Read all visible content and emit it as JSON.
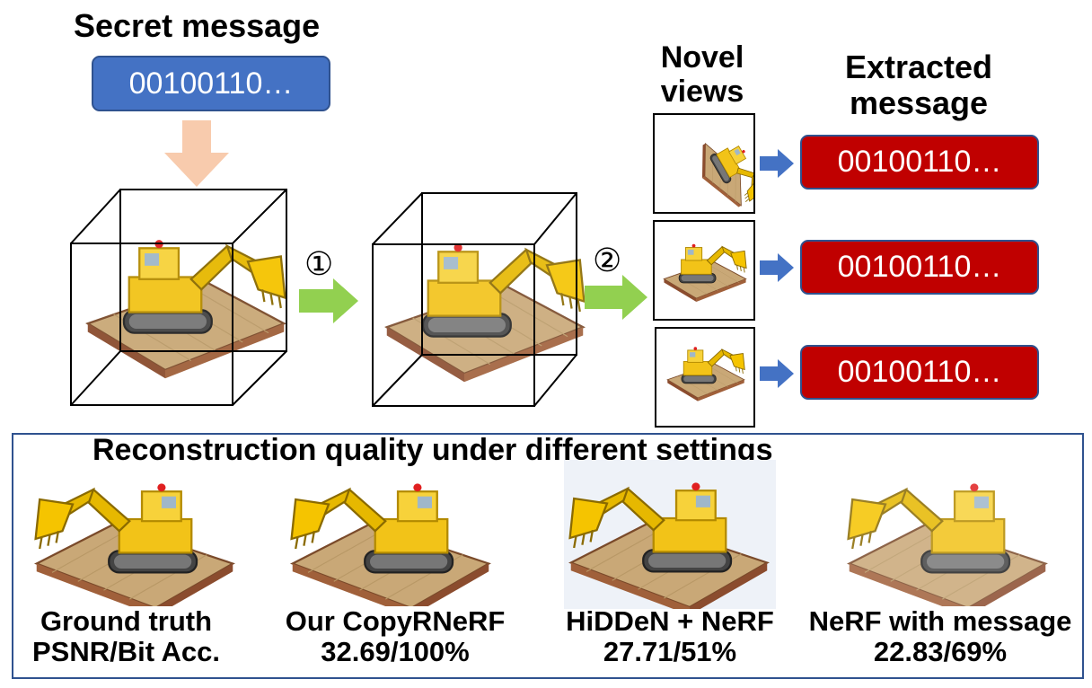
{
  "secret_message": {
    "title": "Secret message",
    "bits": "00100110…",
    "colors": {
      "box": "#4472c4",
      "arrow": "#f8cbad"
    }
  },
  "steps": {
    "step1": "①",
    "step2": "②",
    "arrow_color": "#92d050"
  },
  "novel_views": {
    "title_line1": "Novel",
    "title_line2": "views"
  },
  "extracted": {
    "title_line1": "Extracted",
    "title_line2": "message",
    "messages": [
      "00100110…",
      "00100110…",
      "00100110…"
    ],
    "colors": {
      "box": "#c00000",
      "arrow": "#4472c4"
    }
  },
  "panel": {
    "title": "Reconstruction quality under different settings",
    "items": [
      {
        "name": "Ground truth",
        "metric": "PSNR/Bit Acc."
      },
      {
        "name": "Our CopyRNeRF",
        "metric": "32.69/100%"
      },
      {
        "name": "HiDDeN + NeRF",
        "metric": "27.71/51%"
      },
      {
        "name": "NeRF with message",
        "metric": "22.83/69%"
      }
    ]
  }
}
